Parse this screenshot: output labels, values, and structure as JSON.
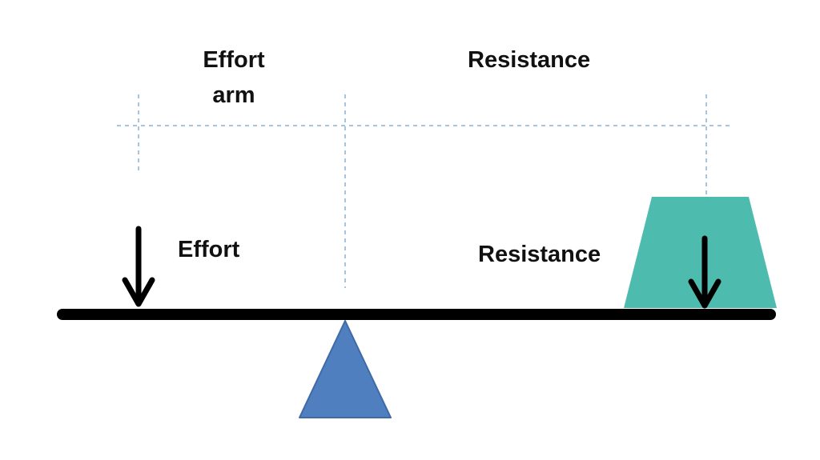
{
  "labels": {
    "effort_arm_line1": "Effort",
    "effort_arm_line2": "arm",
    "resistance_arm": "Resistance",
    "effort": "Effort",
    "resistance": "Resistance"
  },
  "colors": {
    "lever": "#000000",
    "fulcrum": "#4f7fbf",
    "fulcrum_edge": "#3f6aa6",
    "load": "#4dbcae",
    "guide_lines": "#a9c4df",
    "arrows": "#000000"
  }
}
